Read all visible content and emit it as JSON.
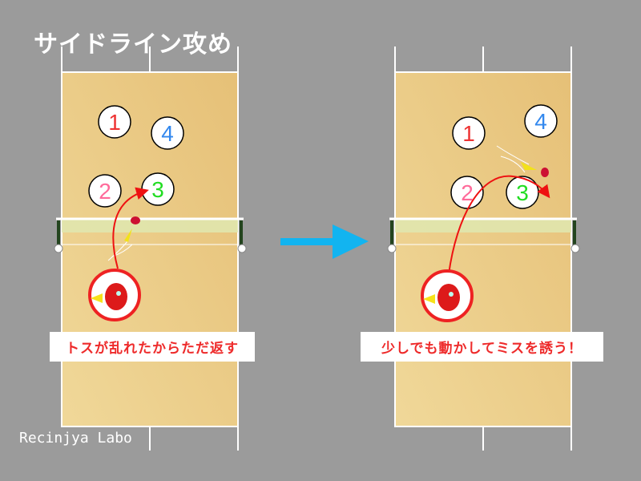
{
  "title": "サイドライン攻め",
  "left_panel": {
    "caption": "トスが乱れたからただ返す",
    "players": [
      {
        "label": "1",
        "color": "#ee3333"
      },
      {
        "label": "4",
        "color": "#3388ee"
      },
      {
        "label": "2",
        "color": "#ff6a9a"
      },
      {
        "label": "3",
        "color": "#22dd22"
      }
    ]
  },
  "right_panel": {
    "caption": "少しでも動かしてミスを誘う！",
    "players": [
      {
        "label": "1",
        "color": "#ee3333"
      },
      {
        "label": "4",
        "color": "#3388ee"
      },
      {
        "label": "2",
        "color": "#ff6a9a"
      },
      {
        "label": "3",
        "color": "#22dd22"
      }
    ]
  },
  "watermark": "Recinjya Labo",
  "colors": {
    "arrow": "#12b4f0",
    "trajectory": "#ee1111",
    "court": "#eac97f"
  }
}
